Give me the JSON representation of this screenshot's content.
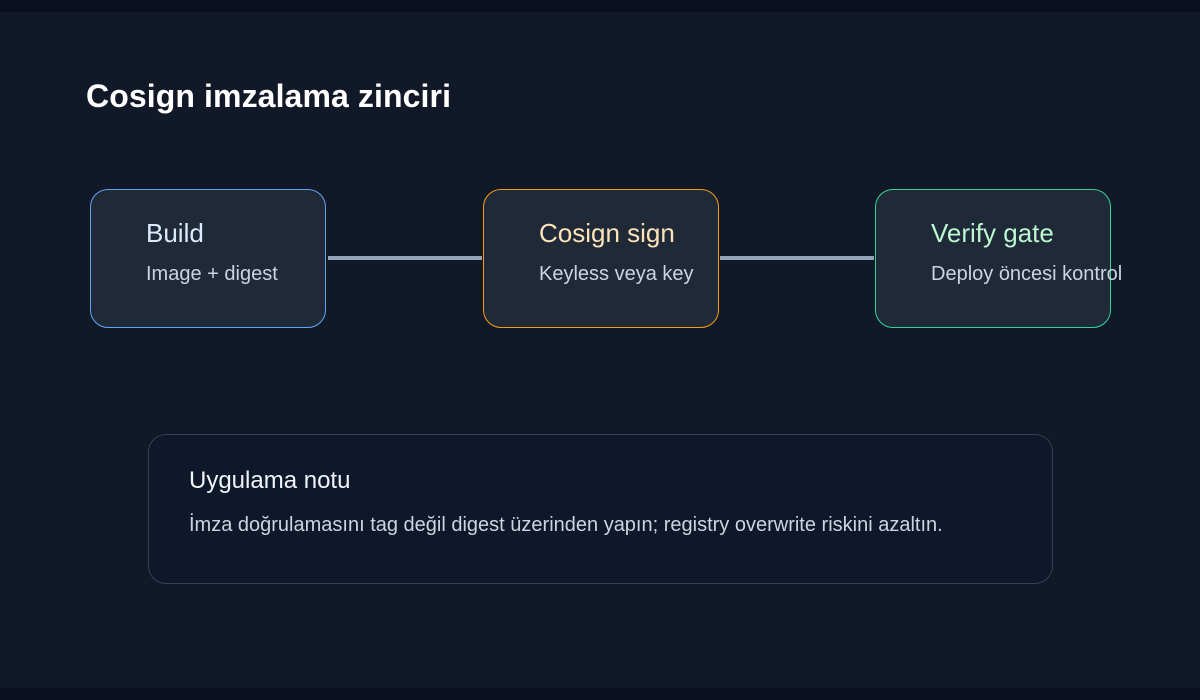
{
  "title": "Cosign imzalama zinciri",
  "nodes": [
    {
      "title": "Build",
      "subtitle": "Image + digest",
      "color": "#60a5fa"
    },
    {
      "title": "Cosign sign",
      "subtitle": "Keyless veya key",
      "color": "#f59e0b"
    },
    {
      "title": "Verify gate",
      "subtitle": "Deploy öncesi kontrol",
      "color": "#34d399"
    }
  ],
  "note": {
    "title": "Uygulama notu",
    "text": "İmza doğrulamasını tag değil digest üzerinden yapın; registry overwrite riskini azaltın."
  },
  "colors": {
    "background": "#111827",
    "node_fill": "#1f2937",
    "connector": "#94a3b8"
  }
}
